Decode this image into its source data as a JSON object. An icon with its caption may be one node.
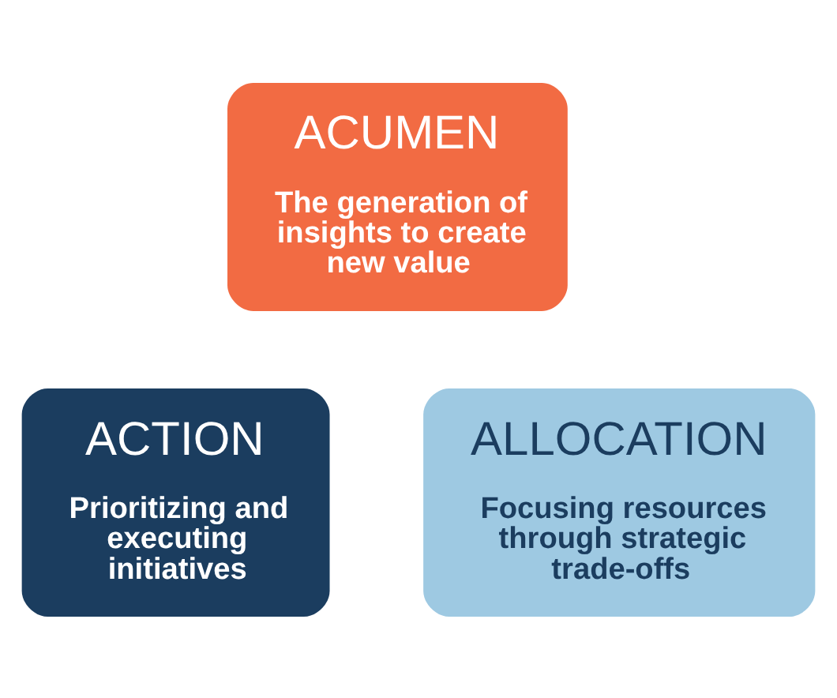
{
  "diagram": {
    "nodes": [
      {
        "text": [
          "ACUMEN",
          "The generation of insights to create new value"
        ]
      },
      {
        "text": [
          "ACTION",
          "Prioritizing and executing initiatives"
        ]
      },
      {
        "text": [
          "ALLOCATION",
          "Focusing resources through strategic trade-offs"
        ]
      }
    ]
  }
}
